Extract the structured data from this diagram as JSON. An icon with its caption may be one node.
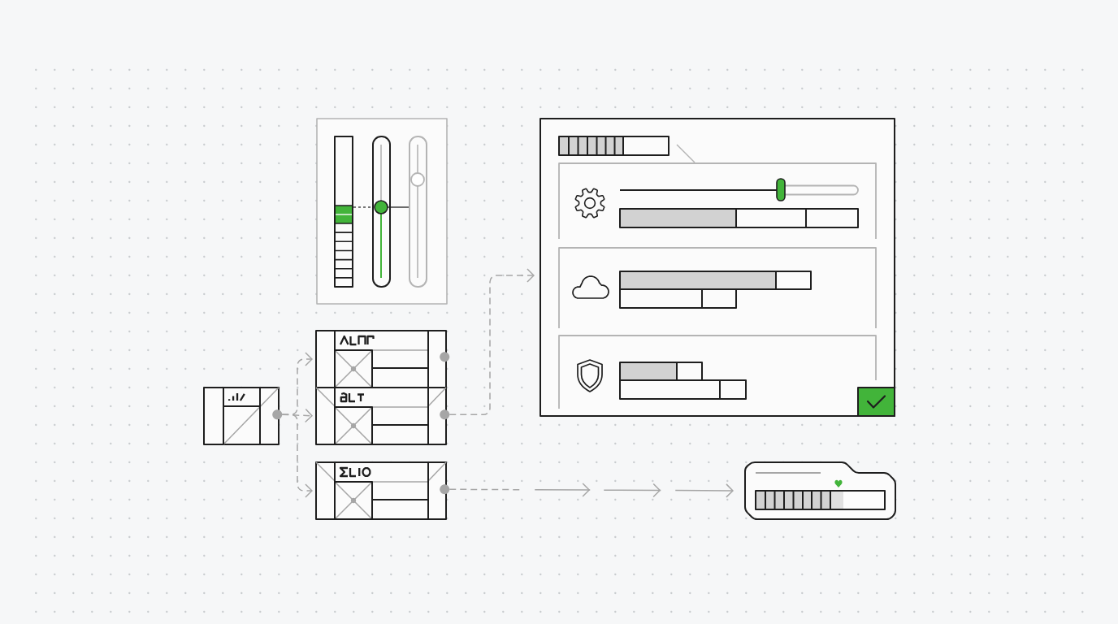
{
  "diagram": {
    "nodes": [
      {
        "text": [],
        "shape": "box"
      },
      {
        "text": [],
        "shape": "circle"
      },
      {
        "text": [],
        "shape": "box"
      },
      {
        "text": [],
        "shape": "circle"
      },
      {
        "text": [],
        "shape": "box"
      },
      {
        "text": [],
        "shape": "circle"
      },
      {
        "text": [],
        "shape": "box"
      },
      {
        "text": [],
        "shape": "circle"
      },
      {
        "text": [],
        "shape": "box"
      },
      {
        "text": [],
        "shape": "box"
      },
      {
        "text": [],
        "shape": "folder"
      }
    ],
    "edges": [
      {
        "from": 1,
        "to": 2,
        "arrow": "to",
        "style": "dashed"
      },
      {
        "from": 1,
        "to": 4,
        "arrow": "to",
        "style": "dashed"
      },
      {
        "from": 1,
        "to": 6,
        "arrow": "to",
        "style": "dashed"
      },
      {
        "from": 5,
        "to": 9,
        "arrow": "to",
        "style": "dashed"
      },
      {
        "from": 7,
        "to": 10,
        "arrow": "to",
        "style": "dashed"
      }
    ]
  }
}
